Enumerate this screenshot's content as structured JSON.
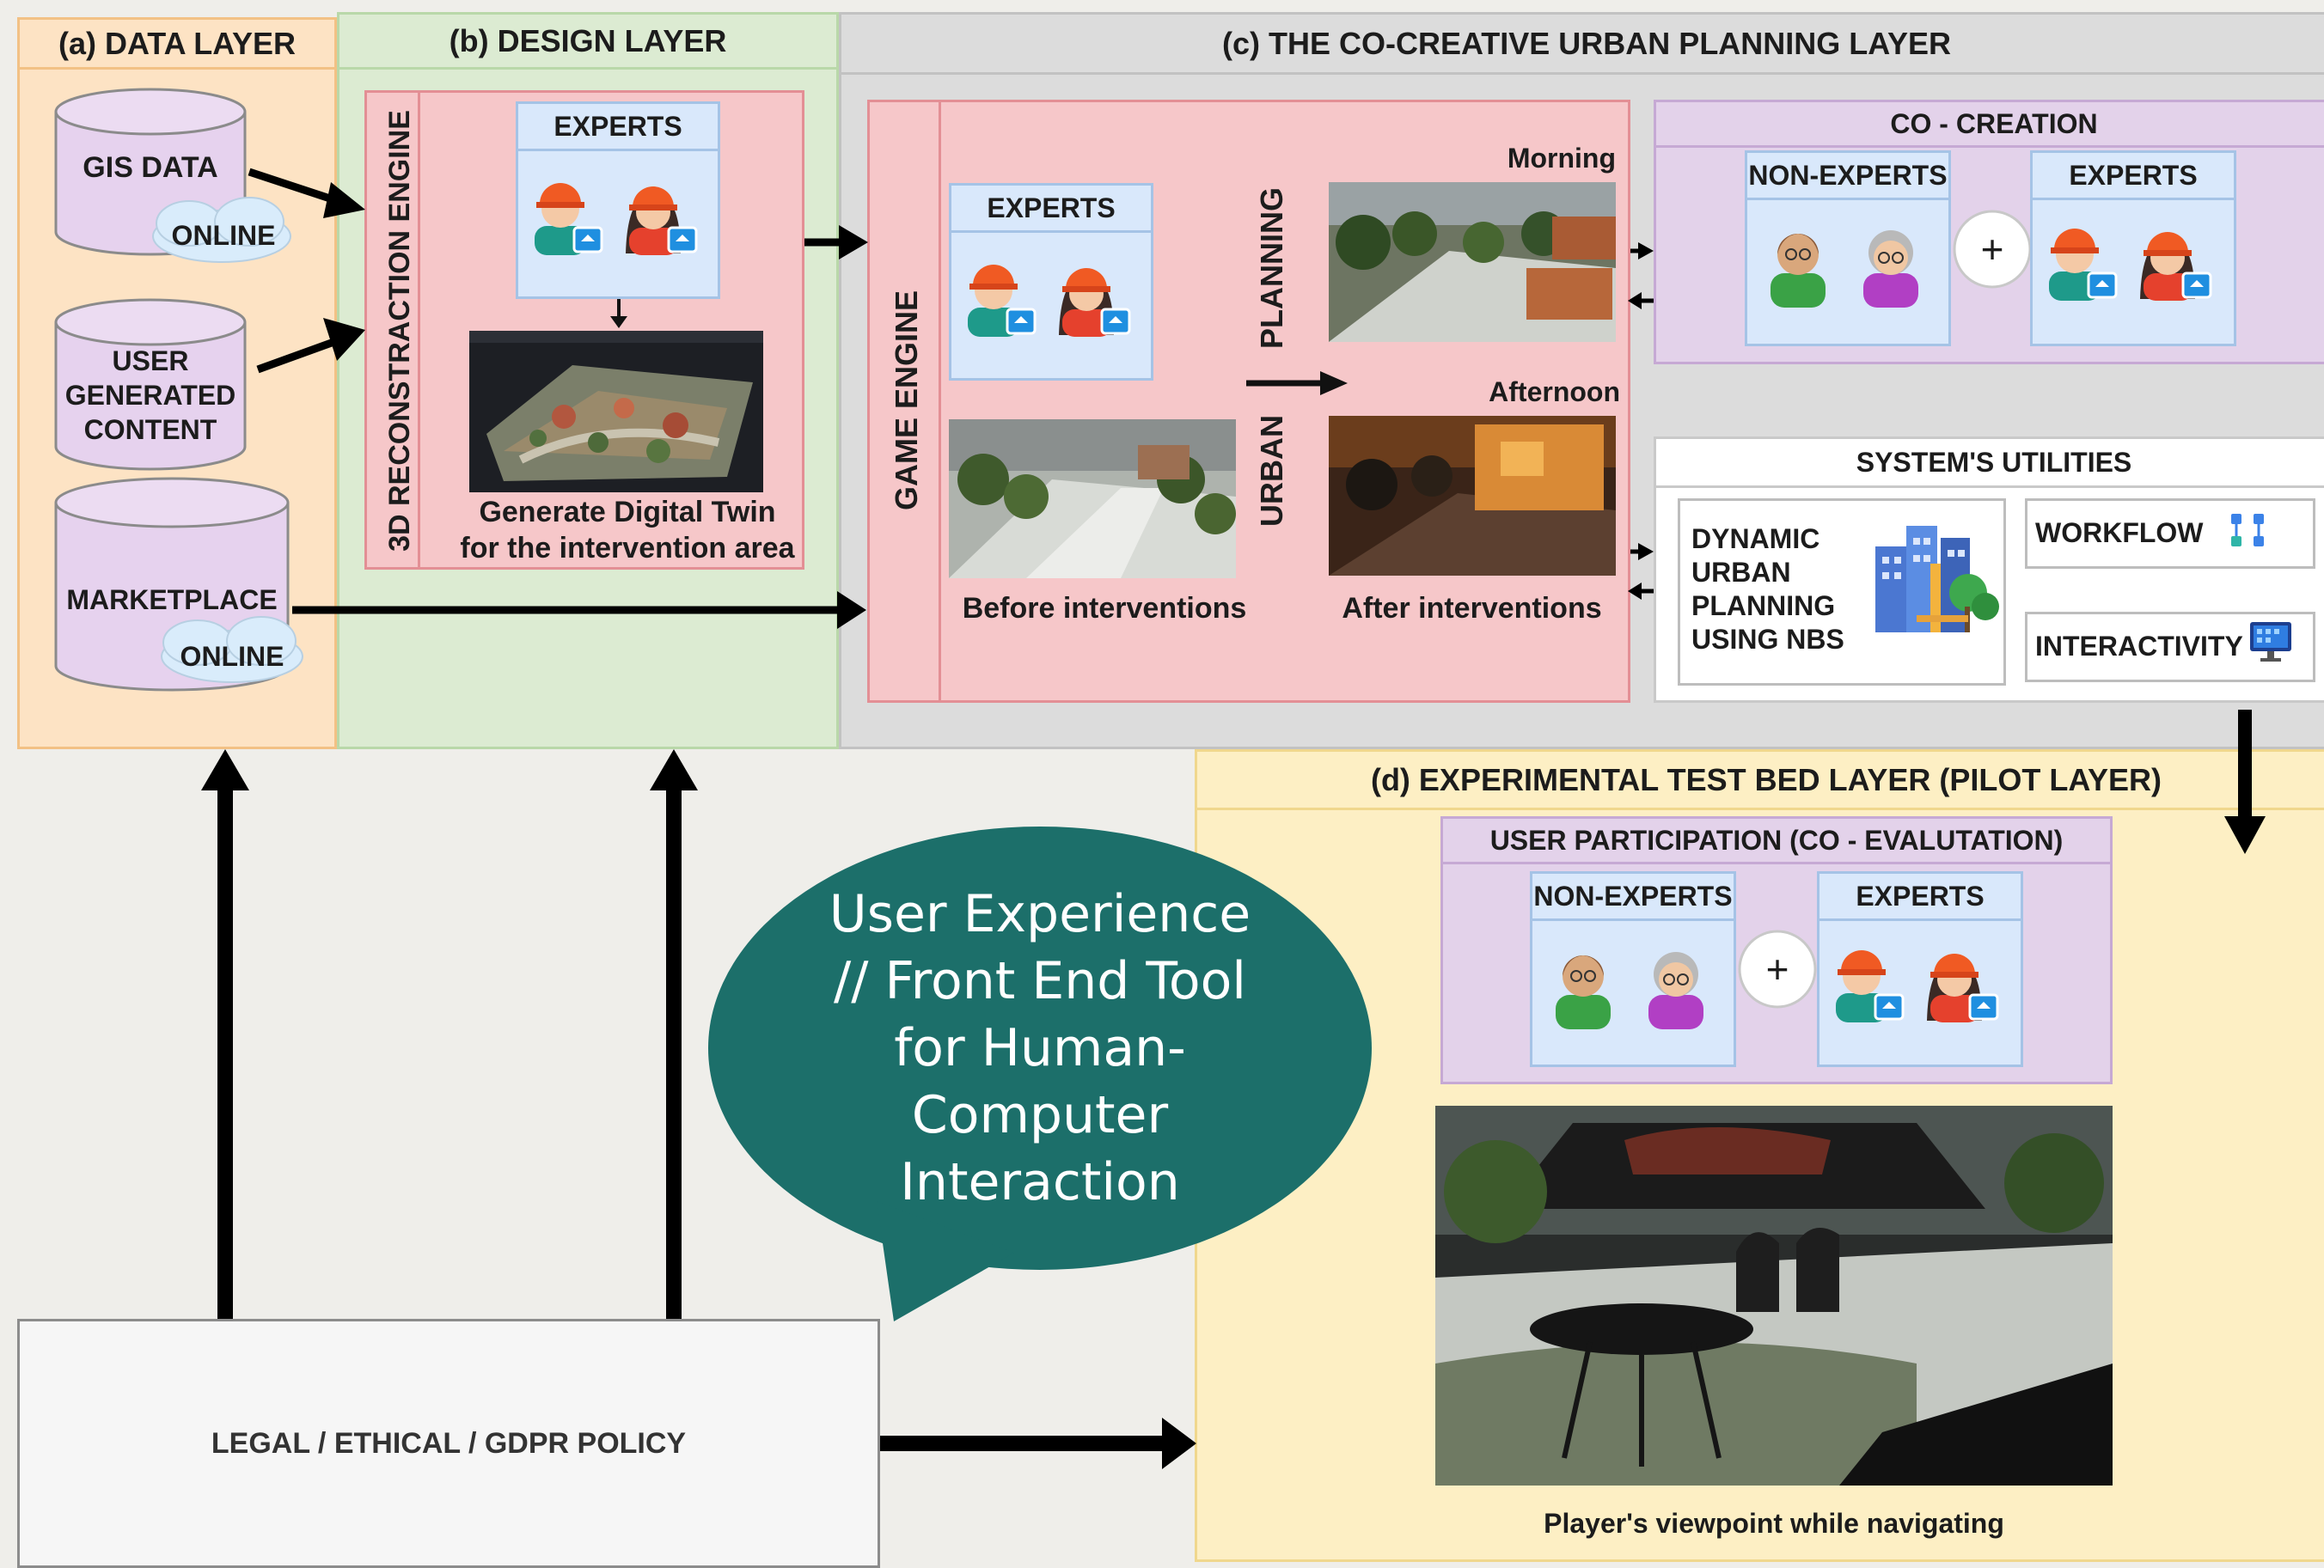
{
  "data_layer": {
    "title": "(a) DATA LAYER",
    "gis_data": "GIS DATA",
    "gis_online": "ONLINE",
    "ugc_line1": "USER",
    "ugc_line2": "GENERATED",
    "ugc_line3": "CONTENT",
    "marketplace": "MARKETPLACE",
    "marketplace_online": "ONLINE"
  },
  "design_layer": {
    "title": "(b) DESIGN LAYER",
    "engine_label": "3D RECONSTRACTION ENGINE",
    "experts_label": "EXPERTS",
    "caption_line1": "Generate Digital Twin",
    "caption_line2": "for the intervention area"
  },
  "cocreative_layer": {
    "title": "(c) THE CO-CREATIVE URBAN PLANNING LAYER",
    "game_engine_label": "GAME ENGINE",
    "experts_label": "EXPERTS",
    "planning_label": "PLANNING",
    "urban_label": "URBAN",
    "morning_label": "Morning",
    "afternoon_label": "Afternoon",
    "before_caption": "Before interventions",
    "after_caption": "After interventions",
    "cocreation": {
      "title": "CO - CREATION",
      "non_experts_label": "NON-EXPERTS",
      "experts_label": "EXPERTS",
      "plus": "+"
    },
    "utilities": {
      "title": "SYSTEM'S UTILITIES",
      "dynamic_line1": "DYNAMIC",
      "dynamic_line2": "URBAN",
      "dynamic_line3": "PLANNING",
      "dynamic_line4": "USING NBS",
      "workflow": "WORKFLOW",
      "interactivity": "INTERACTIVITY"
    }
  },
  "pilot_layer": {
    "title": "(d) EXPERIMENTAL TEST BED LAYER (PILOT LAYER)",
    "participation_title": "USER PARTICIPATION (CO - EVALUTATION)",
    "non_experts_label": "NON-EXPERTS",
    "experts_label": "EXPERTS",
    "plus": "+",
    "viewpoint_caption": "Player's viewpoint while navigating"
  },
  "bubble": {
    "line1": "User Experience",
    "line2": "// Front End Tool",
    "line3": "for Human-",
    "line4": "Computer",
    "line5": "Interaction"
  },
  "policy": {
    "label": "LEGAL / ETHICAL / GDPR POLICY"
  },
  "colors": {
    "data_layer_bg": "#fde3c4",
    "design_layer_bg": "#dcebd2",
    "cocreative_bg": "#dcdcdc",
    "pilot_bg": "#fdefc4",
    "pink_box": "#f6c7c9",
    "purple_box": "#e3d2ea",
    "blue_box": "#d9e8fb",
    "bubble": "#1c6f6a"
  }
}
